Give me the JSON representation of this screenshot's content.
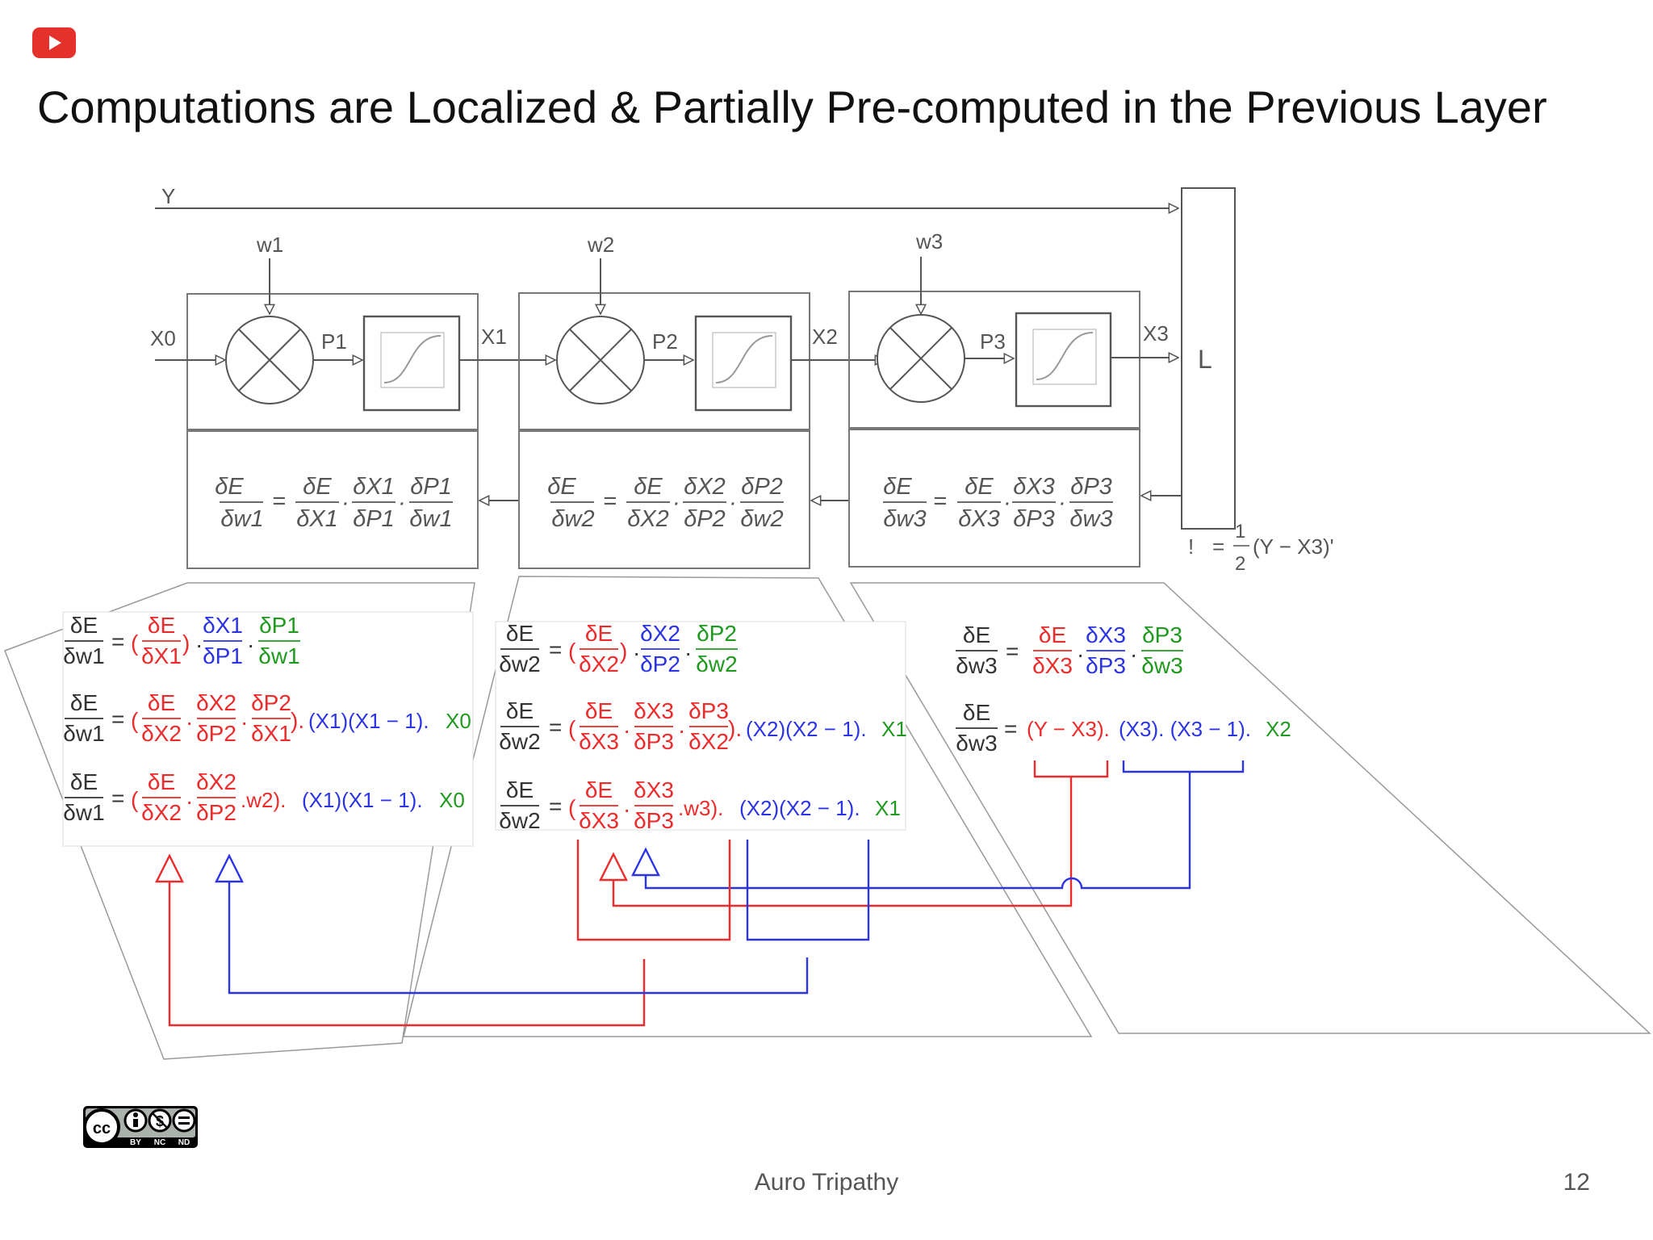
{
  "slide": {
    "title": "Computations are Localized & Partially Pre-computed in the Previous Layer",
    "author": "Auro Tripathy",
    "page_number": "12",
    "brand_icon": "youtube-play-icon",
    "license_icon": "cc-by-nc-nd-icon",
    "license_tags": [
      "BY",
      "NC",
      "ND"
    ]
  },
  "colors": {
    "red": "#ee2a2a",
    "blue": "#2b33e6",
    "green": "#1f9a1f",
    "gray": "#555555",
    "youtube_red": "#e4312b"
  },
  "diagram": {
    "target_label": "Y",
    "loss_label": "L",
    "loss_formula": {
      "lhs": "!",
      "eq": "=",
      "num": "1",
      "den": "2",
      "body": "(Y − X3)'"
    },
    "layers": [
      {
        "input": "X0",
        "weight": "w1",
        "product": "P1",
        "output": "X1",
        "grad": {
          "l_num": "δE",
          "l_den": "δw1",
          "eq": "=",
          "t1_num": "δE",
          "t1_den": "δX1",
          "t2_num": "δX1",
          "t2_den": "δP1",
          "t3_num": "δP1",
          "t3_den": "δw1"
        }
      },
      {
        "input": "X1",
        "weight": "w2",
        "product": "P2",
        "output": "X2",
        "grad": {
          "l_num": "δE",
          "l_den": "δw2",
          "eq": "=",
          "t1_num": "δE",
          "t1_den": "δX2",
          "t2_num": "δX2",
          "t2_den": "δP2",
          "t3_num": "δP2",
          "t3_den": "δw2"
        }
      },
      {
        "input": "X2",
        "weight": "w3",
        "product": "P3",
        "output": "X3",
        "grad": {
          "l_num": "δE",
          "l_den": "δw3",
          "eq": "=",
          "t1_num": "δE",
          "t1_den": "δX3",
          "t2_num": "δX3",
          "t2_den": "δP3",
          "t3_num": "δP3",
          "t3_den": "δw3"
        }
      }
    ]
  },
  "expansions": {
    "layer1": [
      {
        "lhs_num": "δE",
        "lhs_den": "δw1",
        "eq": "=",
        "open": "(",
        "a_num": "δE",
        "a_den": "δX1",
        "close": ")",
        "b_num": "δX1",
        "b_den": "δP1",
        "c_num": "δP1",
        "c_den": "δw1"
      },
      {
        "lhs_num": "δE",
        "lhs_den": "δw1",
        "eq": "=",
        "open": "(",
        "a_num": "δE",
        "a_den": "δX2",
        "b_num": "δX2",
        "b_den": "δP2",
        "c_num": "δP2",
        "c_den": "δX1",
        "close": ").",
        "blue_tail": "(X1)(X1 − 1).",
        "green_tail": "X0"
      },
      {
        "lhs_num": "δE",
        "lhs_den": "δw1",
        "eq": "=",
        "open": "(",
        "a_num": "δE",
        "a_den": "δX2",
        "b_num": "δX2",
        "b_den": "δP2",
        "red_tail": ".w2).",
        "blue_tail": "(X1)(X1 − 1).",
        "green_tail": "X0"
      }
    ],
    "layer2": [
      {
        "lhs_num": "δE",
        "lhs_den": "δw2",
        "eq": "=",
        "open": "(",
        "a_num": "δE",
        "a_den": "δX2",
        "close": ")",
        "b_num": "δX2",
        "b_den": "δP2",
        "c_num": "δP2",
        "c_den": "δw2"
      },
      {
        "lhs_num": "δE",
        "lhs_den": "δw2",
        "eq": "=",
        "open": "(",
        "a_num": "δE",
        "a_den": "δX3",
        "b_num": "δX3",
        "b_den": "δP3",
        "c_num": "δP3",
        "c_den": "δX2",
        "close": ").",
        "blue_tail": "(X2)(X2 − 1).",
        "green_tail": "X1"
      },
      {
        "lhs_num": "δE",
        "lhs_den": "δw2",
        "eq": "=",
        "open": "(",
        "a_num": "δE",
        "a_den": "δX3",
        "b_num": "δX3",
        "b_den": "δP3",
        "red_tail": ".w3).",
        "blue_tail": "(X2)(X2 − 1).",
        "green_tail": "X1"
      }
    ],
    "layer3": [
      {
        "lhs_num": "δE",
        "lhs_den": "δw3",
        "eq": "=",
        "a_num": "δE",
        "a_den": "δX3",
        "b_num": "δX3",
        "b_den": "δP3",
        "c_num": "δP3",
        "c_den": "δw3"
      },
      {
        "lhs_num": "δE",
        "lhs_den": "δw3",
        "eq": "=",
        "red_tail": "(Y − X3).",
        "blue_tail": "(X3). (X3 − 1).",
        "green_tail": "X2"
      }
    ]
  }
}
